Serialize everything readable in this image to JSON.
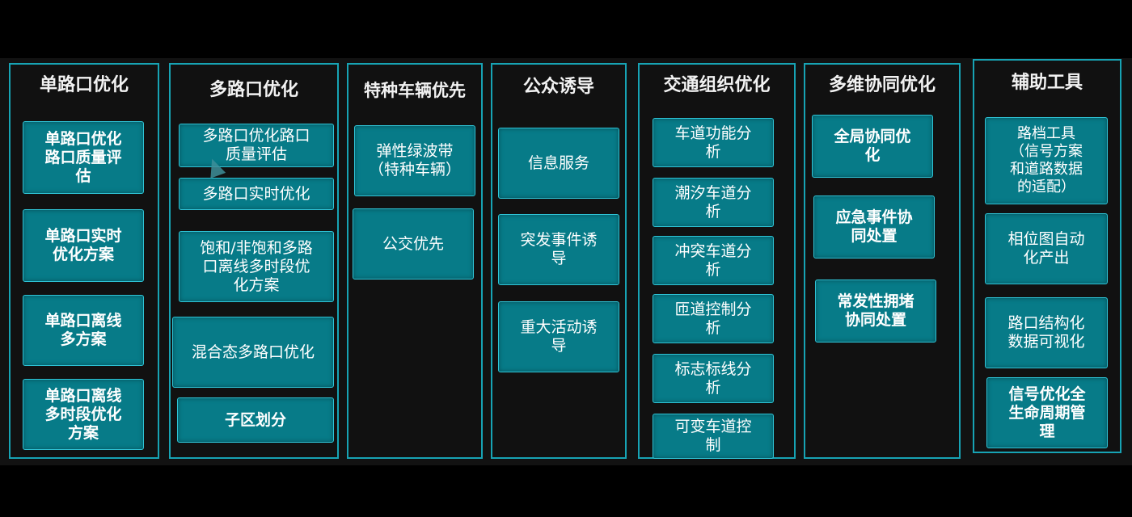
{
  "columns": [
    {
      "title": "单路口优化",
      "items": [
        {
          "label": "单路口优化\n路口质量评\n估",
          "bold": true
        },
        {
          "label": "单路口实时\n优化方案",
          "bold": true
        },
        {
          "label": "单路口离线\n多方案",
          "bold": true
        },
        {
          "label": "单路口离线\n多时段优化\n方案",
          "bold": true
        }
      ]
    },
    {
      "title": "多路口优化",
      "items": [
        {
          "label": "多路口优化路口\n质量评估"
        },
        {
          "label": "多路口实时优化"
        },
        {
          "label": "饱和/非饱和多路\n口离线多时段优\n化方案"
        },
        {
          "label": "混合态多路口优化"
        },
        {
          "label": "子区划分",
          "bold": true
        }
      ]
    },
    {
      "title": "特种车辆优先",
      "items": [
        {
          "label": "弹性绿波带\n（特种车辆）"
        },
        {
          "label": "公交优先"
        }
      ]
    },
    {
      "title": "公众诱导",
      "items": [
        {
          "label": "信息服务"
        },
        {
          "label": "突发事件诱\n导"
        },
        {
          "label": "重大活动诱\n导"
        }
      ]
    },
    {
      "title": "交通组织优化",
      "items": [
        {
          "label": "车道功能分\n析"
        },
        {
          "label": "潮汐车道分\n析"
        },
        {
          "label": "冲突车道分\n析"
        },
        {
          "label": "匝道控制分\n析"
        },
        {
          "label": "标志标线分\n析"
        },
        {
          "label": "可变车道控\n制"
        }
      ]
    },
    {
      "title": "多维协同优化",
      "items": [
        {
          "label": "全局协同优\n化",
          "bold": true
        },
        {
          "label": "应急事件协\n同处置",
          "bold": true
        },
        {
          "label": "常发性拥堵\n协同处置",
          "bold": true
        }
      ]
    },
    {
      "title": "辅助工具",
      "items": [
        {
          "label": "路档工具\n（信号方案\n和道路数据\n的适配）"
        },
        {
          "label": "相位图自动\n化产出"
        },
        {
          "label": "路口结构化\n数据可视化"
        },
        {
          "label": "信号优化全\n生命周期管\n理",
          "bold": true
        }
      ]
    }
  ]
}
